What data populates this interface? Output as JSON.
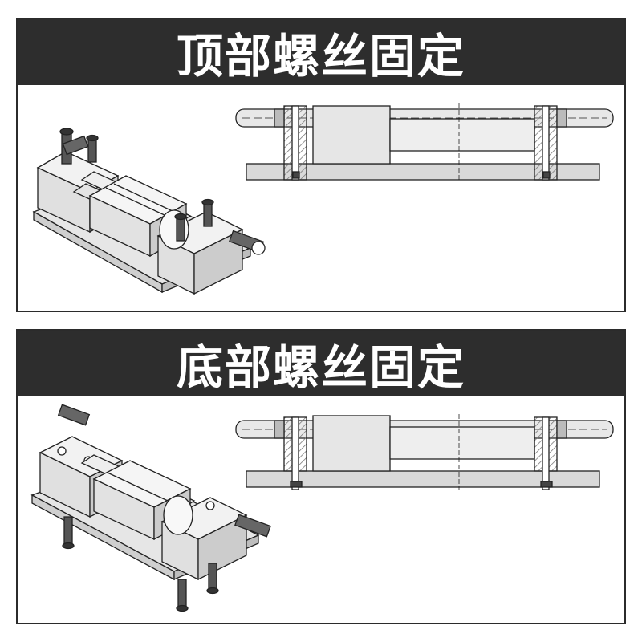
{
  "panels": [
    {
      "title": "顶部螺丝固定",
      "variant": "top-screw"
    },
    {
      "title": "底部螺丝固定",
      "variant": "bottom-screw"
    }
  ],
  "colors": {
    "header_bg": "#2d2d2d",
    "header_text": "#ffffff",
    "line": "#222222",
    "metal": "#d9d9d9",
    "hatch": "#888888"
  }
}
